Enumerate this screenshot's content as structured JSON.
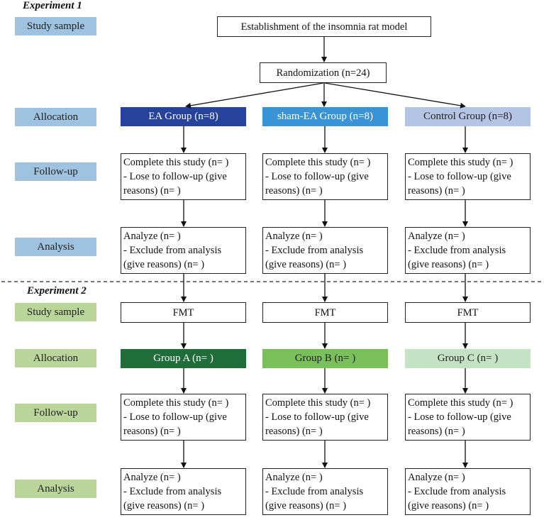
{
  "experiment1": {
    "title": "Experiment 1",
    "stages": {
      "study_sample": "Study sample",
      "allocation": "Allocation",
      "followup": "Follow-up",
      "analysis": "Analysis"
    },
    "establishment": "Establishment of the insomnia rat model",
    "randomization": "Randomization (n=24)",
    "groups": [
      {
        "label": "EA Group (n=8)",
        "color": "#27429a",
        "text_color": "#ffffff"
      },
      {
        "label": "sham-EA Group (n=8)",
        "color": "#3a93d4",
        "text_color": "#ffffff"
      },
      {
        "label": "Control Group (n=8)",
        "color": "#b4c4e4",
        "text_color": "#222222"
      }
    ],
    "followup_lines": [
      "Complete this study (n= )",
      " - Lose to follow-up (give",
      "reasons) (n= )"
    ],
    "analysis_lines": [
      "Analyze (n= )",
      " - Exclude from analysis",
      "(give reasons) (n= )"
    ]
  },
  "experiment2": {
    "title": "Experiment 2",
    "stages": {
      "study_sample": "Study sample",
      "allocation": "Allocation",
      "followup": "Follow-up",
      "analysis": "Analysis"
    },
    "fmt": "FMT",
    "groups": [
      {
        "label": "Group A (n= )",
        "color": "#1f6e3a",
        "text_color": "#ffffff"
      },
      {
        "label": "Group B (n= )",
        "color": "#79c05a",
        "text_color": "#222222"
      },
      {
        "label": "Group C (n= )",
        "color": "#c4e3c4",
        "text_color": "#222222"
      }
    ],
    "followup_lines": [
      "Complete this study (n= )",
      " - Lose to follow-up (give",
      "reasons) (n= )"
    ],
    "analysis_lines": [
      "Analyze (n= )",
      " - Exclude from analysis",
      "(give reasons) (n= )"
    ]
  }
}
